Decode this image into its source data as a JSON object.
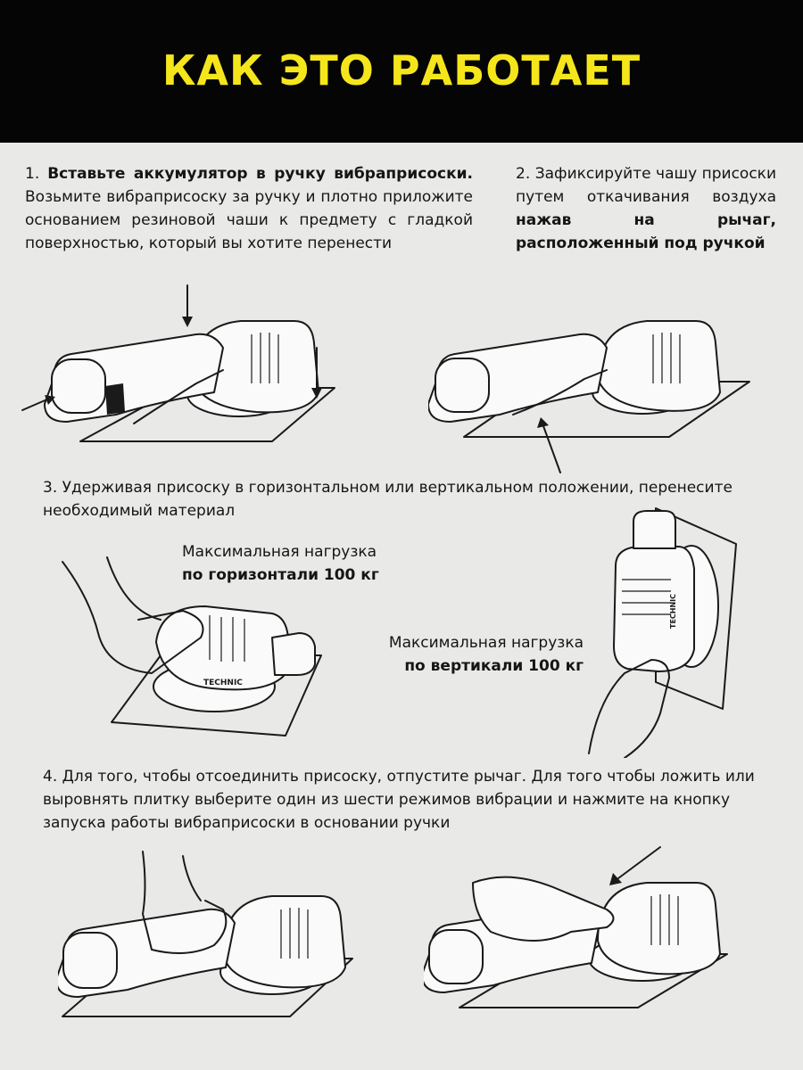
{
  "header": {
    "title": "КАК ЭТО РАБОТАЕТ"
  },
  "step1": {
    "number": "1.",
    "bold": "Вставьте аккумулятор в ручку вибраприсоски.",
    "text": "Возьмите вибраприсоску за ручку и плотно приложите основанием резиновой чаши к предмету с гладкой поверхностью, который вы хотите перенести"
  },
  "step2": {
    "number": "2.",
    "text": "Зафиксируйте чашу присоски путем откачивания воздуха",
    "bold": "нажав на рычаг, расположенный под ручкой"
  },
  "step3": {
    "text": "3. Удерживая присоску в горизонтальном или вертикальном положении, перенесите необходимый материал",
    "horizontal_label": "Максимальная нагрузка",
    "horizontal_value": "по горизонтали 100 кг",
    "vertical_label": "Максимальная нагрузка",
    "vertical_value": "по вертикали 100 кг",
    "brand_label": "TECHNIC"
  },
  "step4": {
    "text": "4. Для того, чтобы отсоединить присоску, отпустите рычаг. Для того чтобы ложить или выровнять плитку выберите один из шести режимов вибрации и нажмите на кнопку запуска работы вибраприсоски в основании ручки"
  }
}
